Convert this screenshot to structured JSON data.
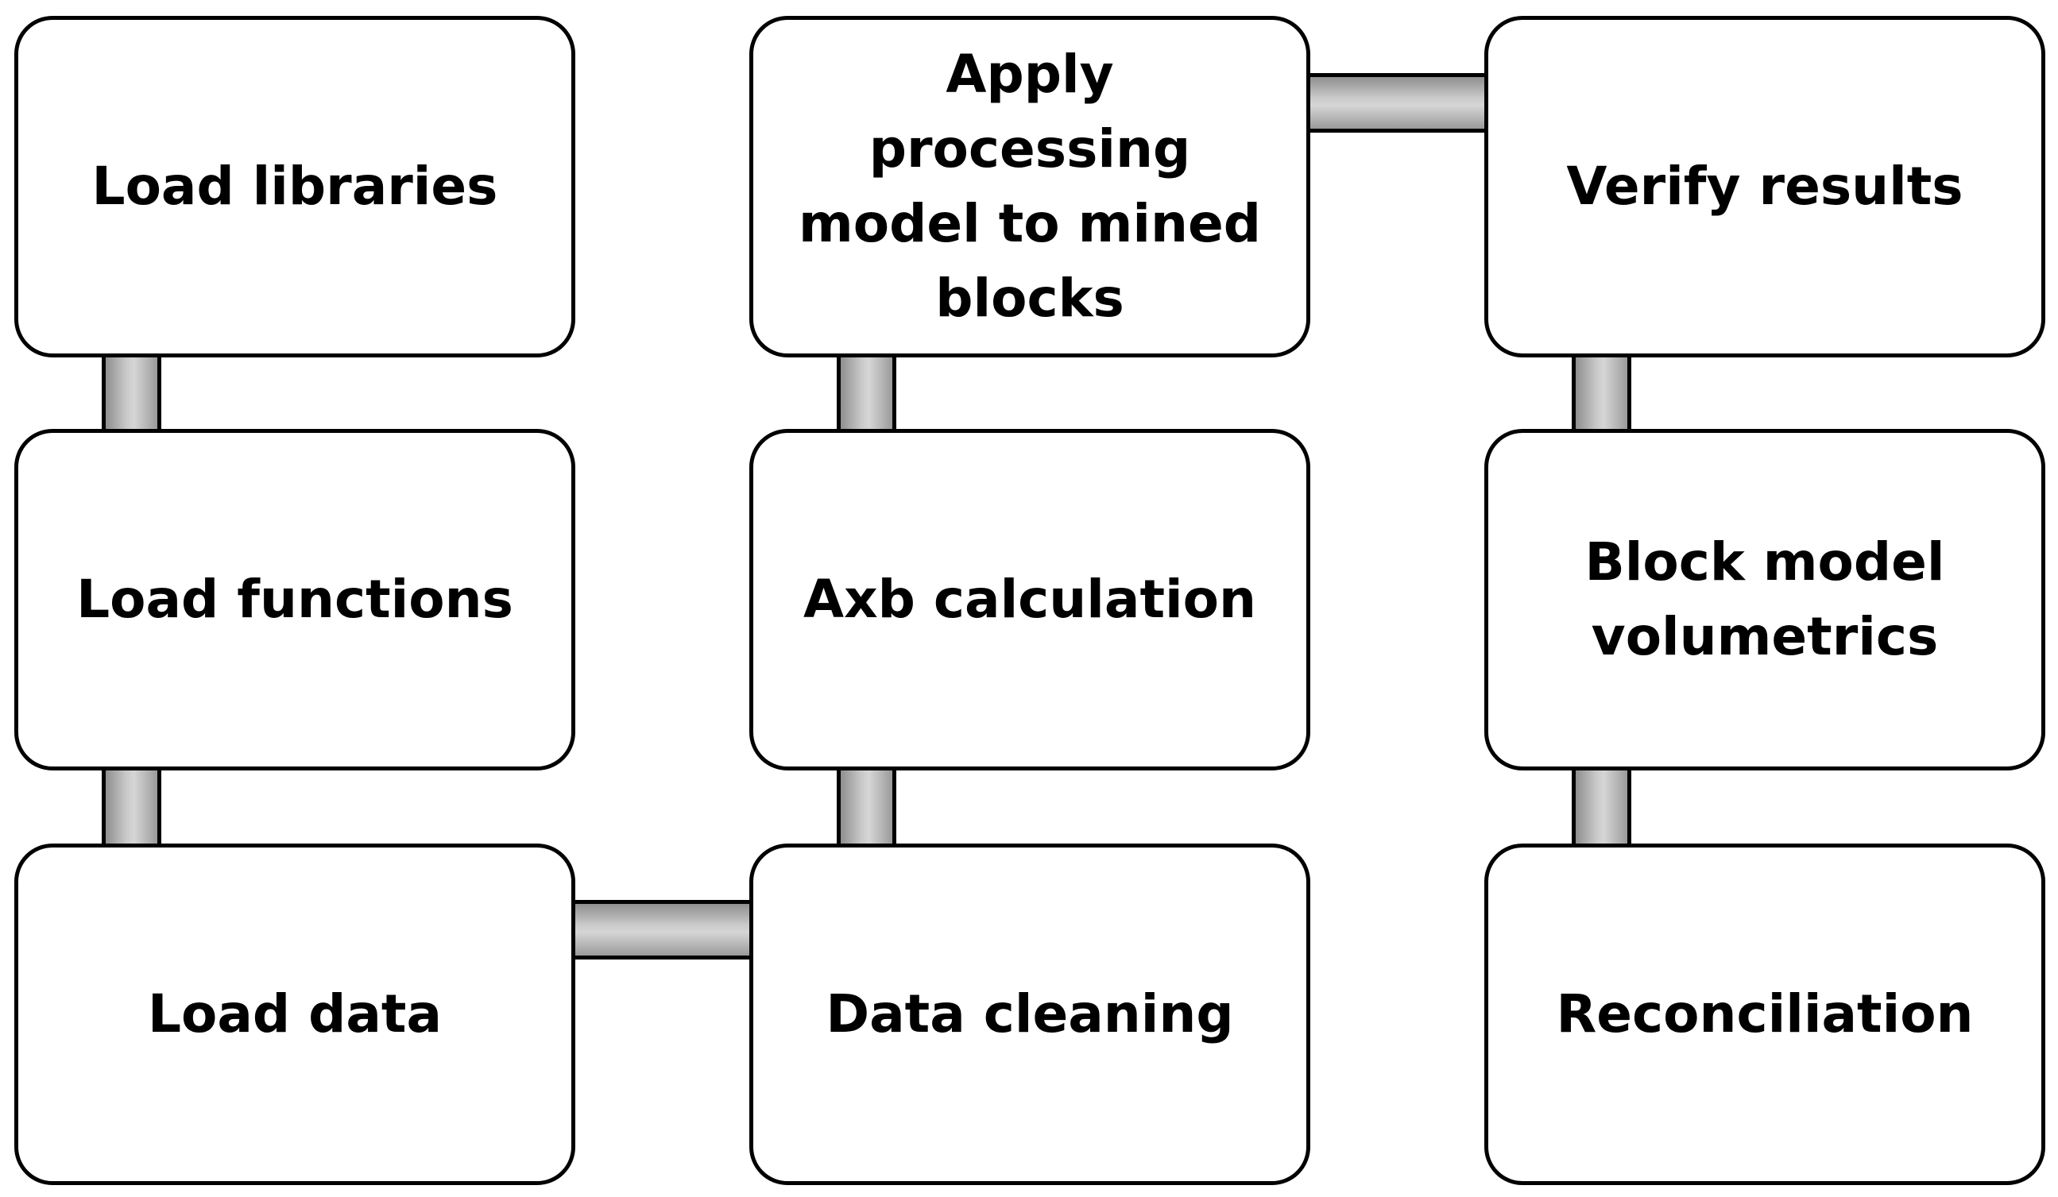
{
  "diagram": {
    "steps": [
      {
        "label": "Load libraries"
      },
      {
        "label": "Load functions"
      },
      {
        "label": "Load data"
      },
      {
        "label": "Data cleaning"
      },
      {
        "label": "Axb calculation"
      },
      {
        "label": "Apply processing model to mined blocks"
      },
      {
        "label": "Verify results"
      },
      {
        "label": "Block model volumetrics"
      },
      {
        "label": "Reconciliation"
      }
    ],
    "connections": [
      {
        "from": "Load libraries",
        "to": "Load functions"
      },
      {
        "from": "Load functions",
        "to": "Load data"
      },
      {
        "from": "Load data",
        "to": "Data cleaning"
      },
      {
        "from": "Data cleaning",
        "to": "Axb calculation"
      },
      {
        "from": "Axb calculation",
        "to": "Apply processing model to mined blocks"
      },
      {
        "from": "Apply processing model to mined blocks",
        "to": "Verify results"
      },
      {
        "from": "Verify results",
        "to": "Block model volumetrics"
      },
      {
        "from": "Block model volumetrics",
        "to": "Reconciliation"
      }
    ],
    "colors": {
      "box_border": "#000000",
      "box_fill": "#ffffff",
      "connector_fill": "#c0c0c0"
    }
  }
}
